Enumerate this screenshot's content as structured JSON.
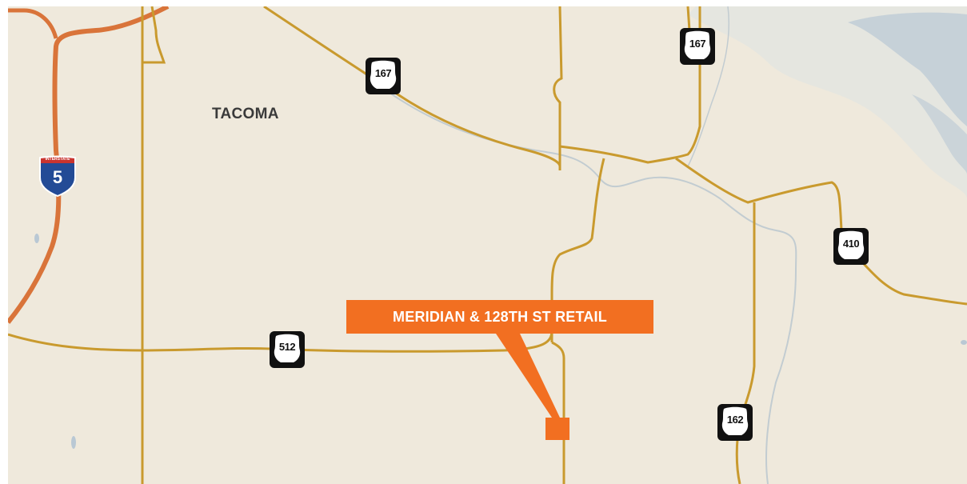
{
  "map": {
    "city_label": "TACOMA",
    "callout_label": "MERIDIAN & 128TH ST RETAIL",
    "colors": {
      "land": "#efe9dc",
      "highway": "#c99a2e",
      "interstate": "#d9743a",
      "water": "#c7d3dc",
      "accent": "#f26f21"
    },
    "shields": [
      {
        "name": "route-167-west",
        "label": "167"
      },
      {
        "name": "route-167-east",
        "label": "167"
      },
      {
        "name": "route-410",
        "label": "410"
      },
      {
        "name": "route-512",
        "label": "512"
      },
      {
        "name": "route-162",
        "label": "162"
      }
    ],
    "interstate": {
      "label": "5",
      "top_text": "INTERSTATE"
    }
  }
}
